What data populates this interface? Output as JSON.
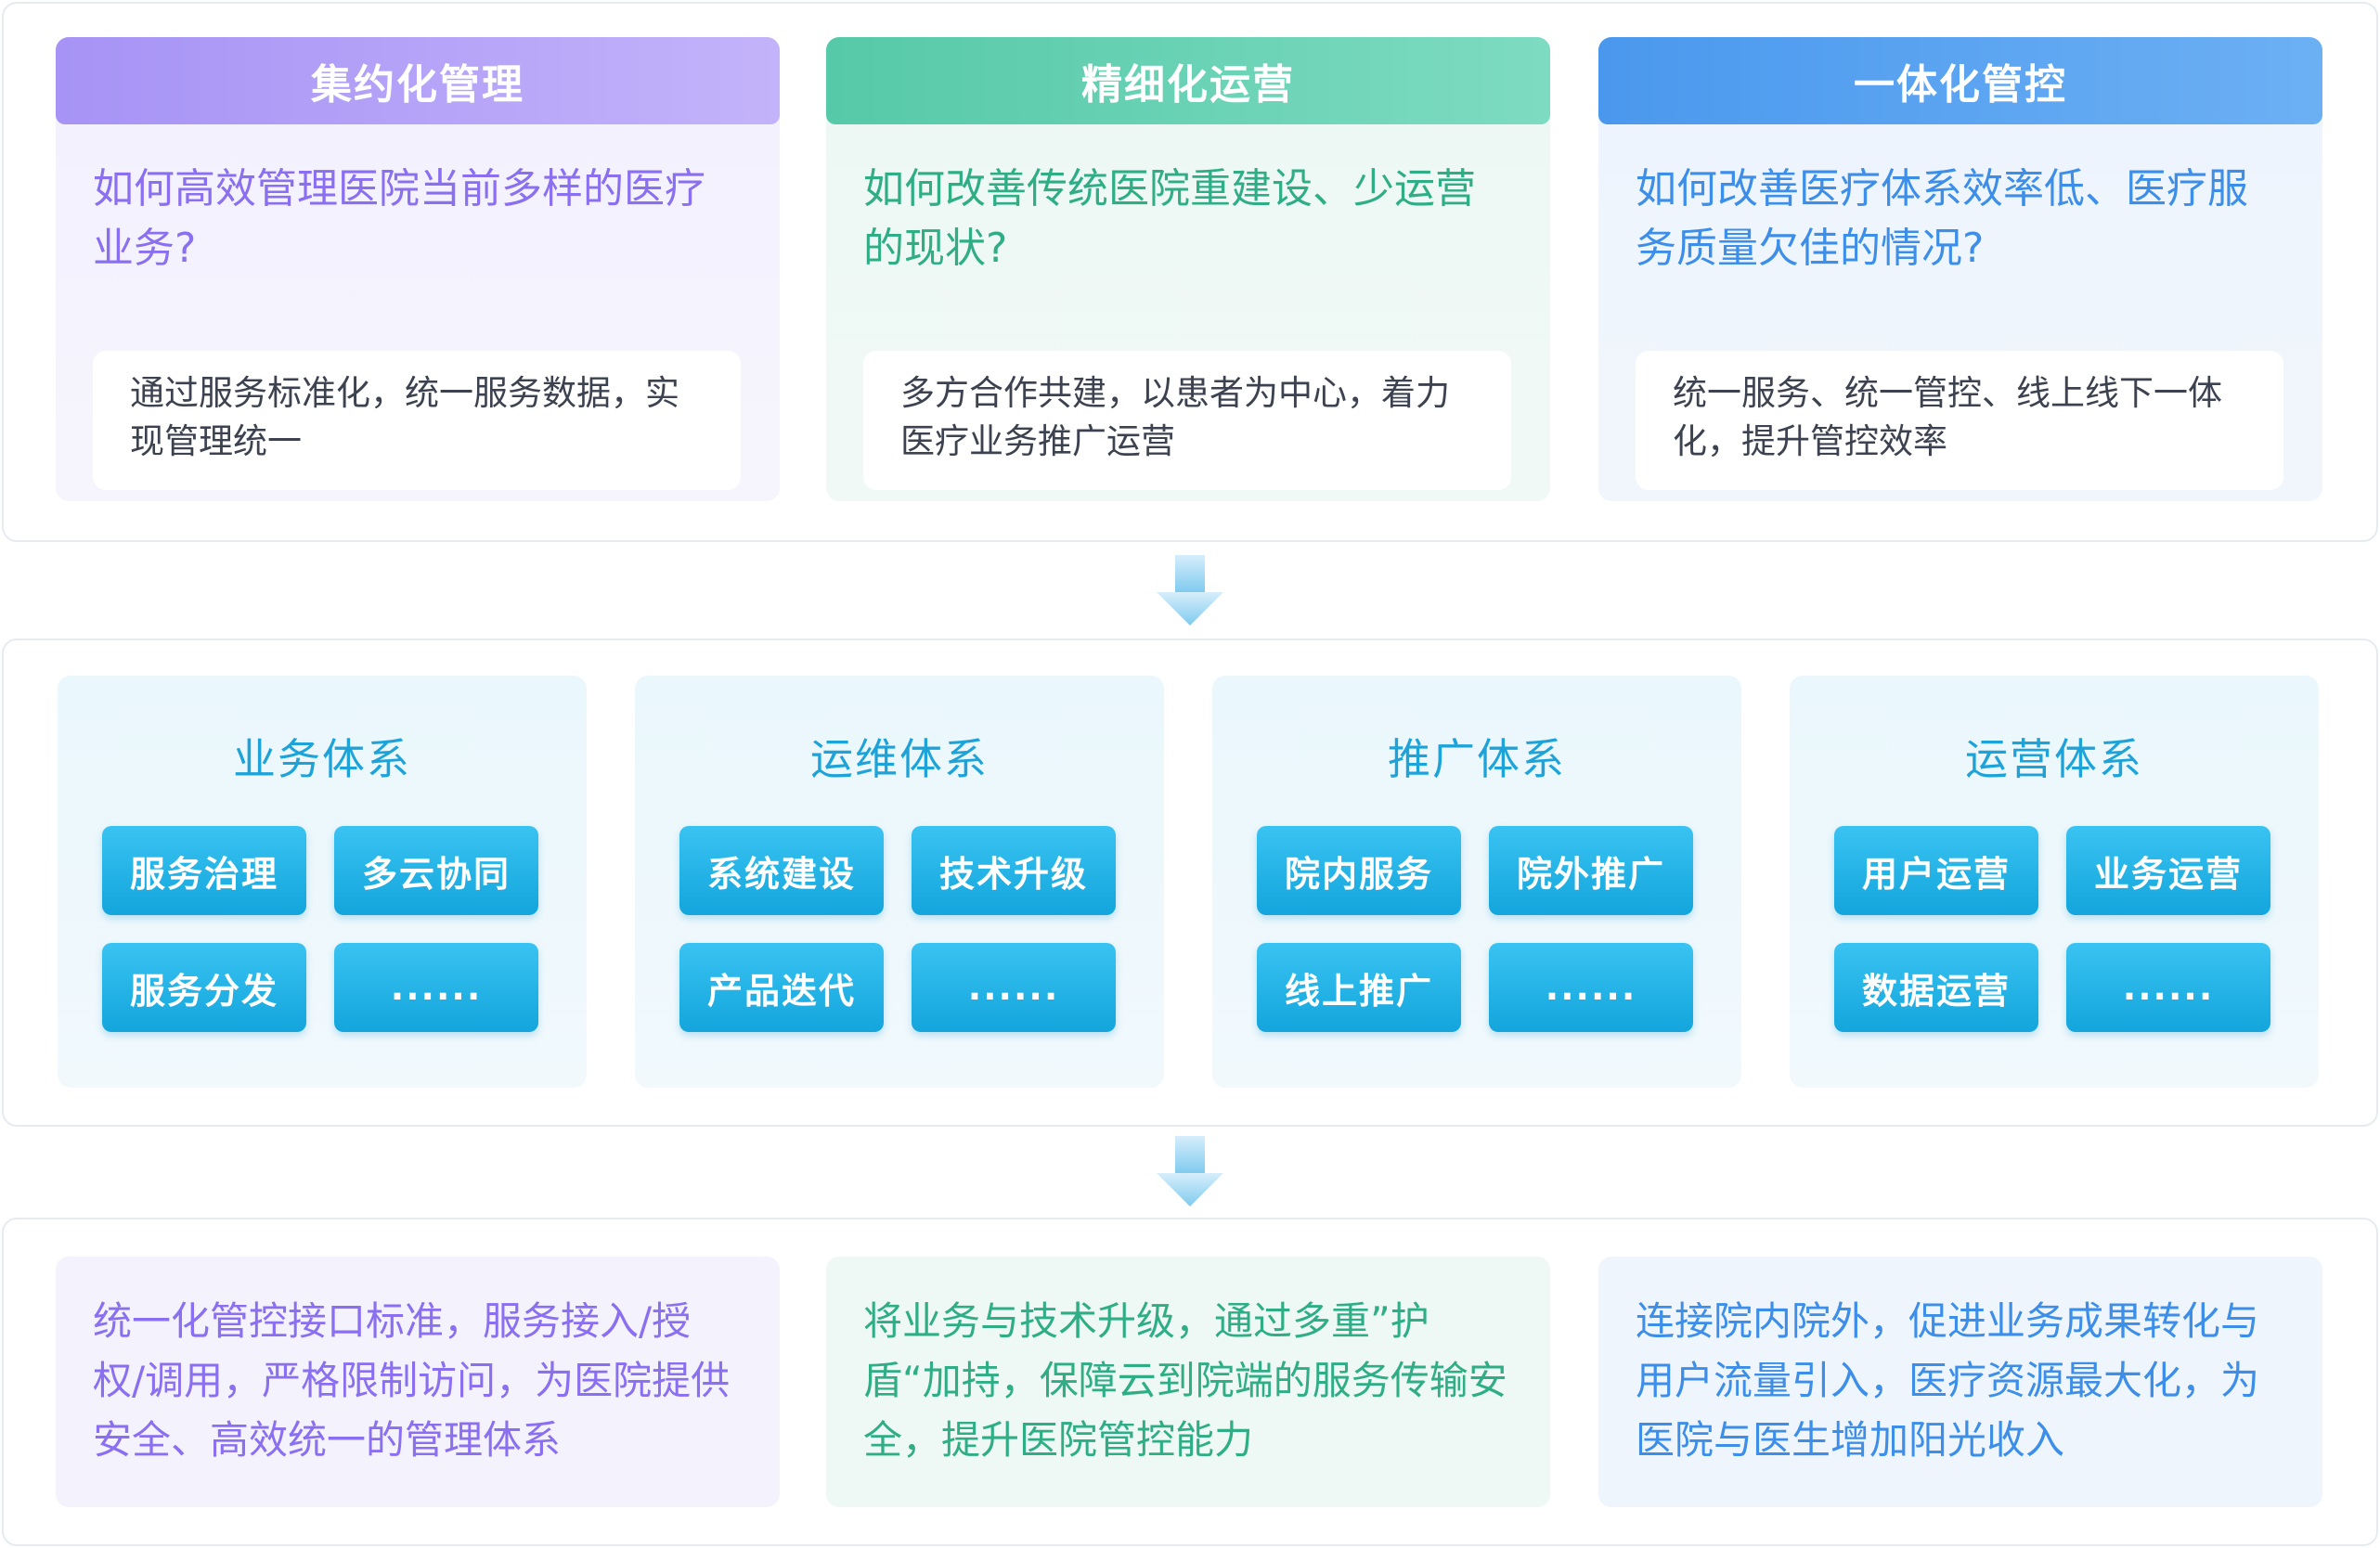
{
  "challenges": [
    {
      "heading": "集约化管理",
      "question": "如何高效管理医院当前多样的医疗业务?",
      "answer": "通过服务标准化，统一服务数据，实现管理统一"
    },
    {
      "heading": "精细化运营",
      "question": "如何改善传统医院重建设、少运营的现状?",
      "answer": "多方合作共建，以患者为中心，着力医疗业务推广运营"
    },
    {
      "heading": "一体化管控",
      "question": "如何改善医疗体系效率低、医疗服务质量欠佳的情况?",
      "answer": "统一服务、统一管控、线上线下一体化，提升管控效率"
    }
  ],
  "systems": [
    {
      "title": "业务体系",
      "items": [
        "服务治理",
        "多云协同",
        "服务分发",
        "......"
      ]
    },
    {
      "title": "运维体系",
      "items": [
        "系统建设",
        "技术升级",
        "产品迭代",
        "......"
      ]
    },
    {
      "title": "推广体系",
      "items": [
        "院内服务",
        "院外推广",
        "线上推广",
        "......"
      ]
    },
    {
      "title": "运营体系",
      "items": [
        "用户运营",
        "业务运营",
        "数据运营",
        "......"
      ]
    }
  ],
  "results": [
    "统一化管控接口标准，服务接入/授权/调用，严格限制访问，为医院提供安全、高效统一的管理体系",
    "将业务与技术升级，通过多重”护盾“加持，保障云到院端的服务传输安全，提升医院管控能力",
    "连接院内院外，促进业务成果转化与用户流量引入，医疗资源最大化，为医院与医生增加阳光收入"
  ],
  "colors": {
    "purple": "#8a6ff0",
    "green": "#2fae86",
    "blue": "#3c8ee8",
    "cyan": "#1ea3d9"
  }
}
